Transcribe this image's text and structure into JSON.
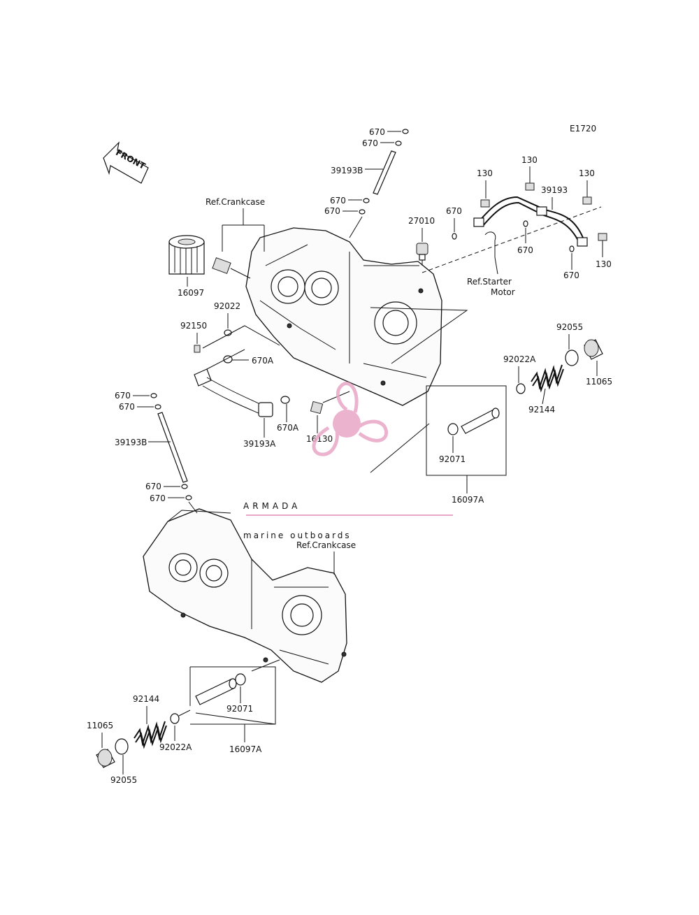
{
  "diagram_code": "E1720",
  "front_label": "FRONT",
  "watermark": {
    "brand": "ARMADA",
    "tagline": "marine outboards",
    "accent": "#e9a6c6"
  },
  "refs": {
    "crankcase": "Ref.Crankcase",
    "starter_line1": "Ref.Starter",
    "starter_line2": "Motor"
  },
  "labels": {
    "p670": "670",
    "p670A": "670A",
    "p39193B": "39193B",
    "p39193": "39193",
    "p39193A": "39193A",
    "p130": "130",
    "p27010": "27010",
    "p16097": "16097",
    "p16097A": "16097A",
    "p92022": "92022",
    "p92022A": "92022A",
    "p92150": "92150",
    "p92055": "92055",
    "p11065": "11065",
    "p92144": "92144",
    "p92071": "92071",
    "p16130": "16130"
  }
}
